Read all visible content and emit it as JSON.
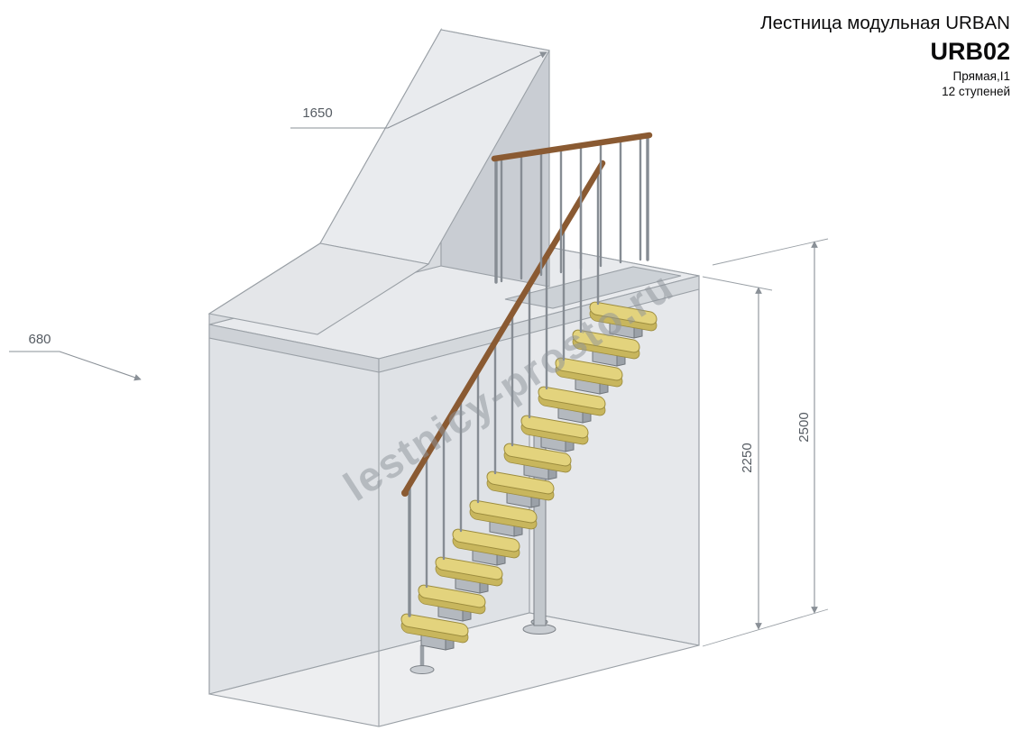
{
  "title_block": {
    "product_line": "Лестница модульная URBAN",
    "model": "URB02",
    "type": "Прямая,I1",
    "steps": "12 ступеней"
  },
  "dimensions": {
    "wall_top": "1650",
    "ledge_depth": "680",
    "floor_to_platform": "2250",
    "total_height": "2500"
  },
  "watermark": "lestnicy-prosto.ru",
  "drawing": {
    "steps_count": 12,
    "colors": {
      "tread": "#e3d37d",
      "tread_edge": "#c8b65d",
      "metal_module": "#b4b9bf",
      "handrail_wood": "#8a5a32",
      "structure_outline": "#9aa0a6",
      "dimension_text": "#565c63",
      "wall_fill": "#d8dbdf"
    }
  }
}
